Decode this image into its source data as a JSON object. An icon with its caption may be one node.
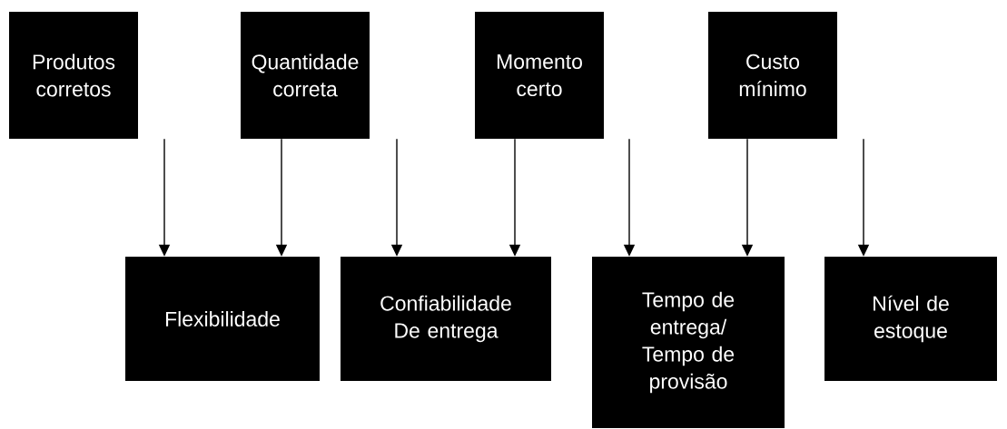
{
  "diagram": {
    "nodes": [
      {
        "text": [
          "Produtos corretos"
        ]
      },
      {
        "text": [
          "Quantidade correta"
        ]
      },
      {
        "text": [
          "Momento certo"
        ]
      },
      {
        "text": [
          "Custo mínimo"
        ]
      },
      {
        "text": [
          "Flexibilidade"
        ]
      },
      {
        "text": [
          "Confiabilidade De entrega"
        ]
      },
      {
        "text": [
          "Tempo de entrega/ Tempo de provisão"
        ]
      },
      {
        "text": [
          "Nível de estoque"
        ]
      }
    ],
    "edges": [
      {
        "from": 0,
        "to": 4,
        "arrow": "to"
      },
      {
        "from": 1,
        "to": 4,
        "arrow": "to"
      },
      {
        "from": 1,
        "to": 5,
        "arrow": "to"
      },
      {
        "from": 2,
        "to": 5,
        "arrow": "to"
      },
      {
        "from": 2,
        "to": 6,
        "arrow": "to"
      },
      {
        "from": 3,
        "to": 6,
        "arrow": "to"
      },
      {
        "from": 3,
        "to": 7,
        "arrow": "to"
      }
    ]
  }
}
